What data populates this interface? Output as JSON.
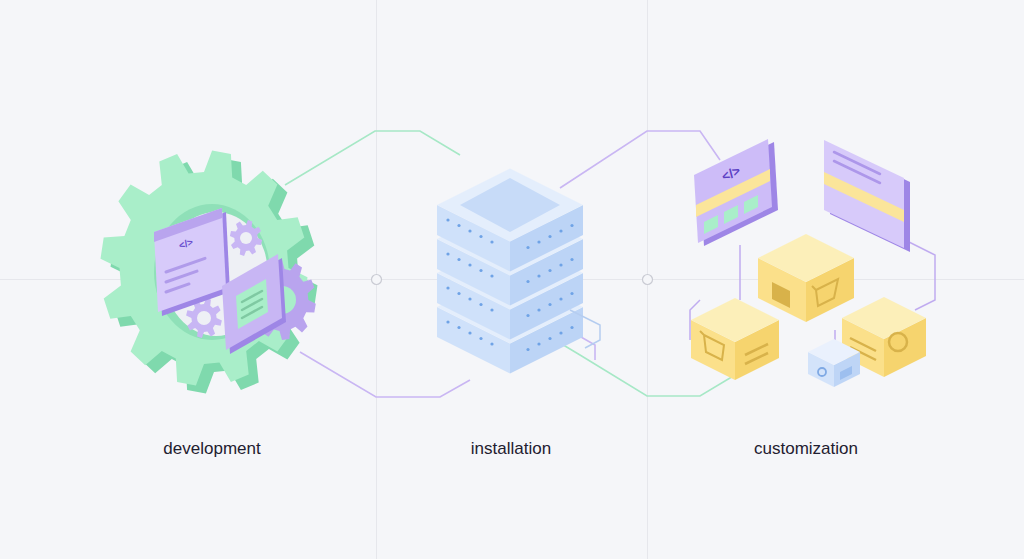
{
  "diagram": {
    "labels": [
      "</>",
      "development",
      "installation",
      "</>",
      "customization"
    ]
  }
}
